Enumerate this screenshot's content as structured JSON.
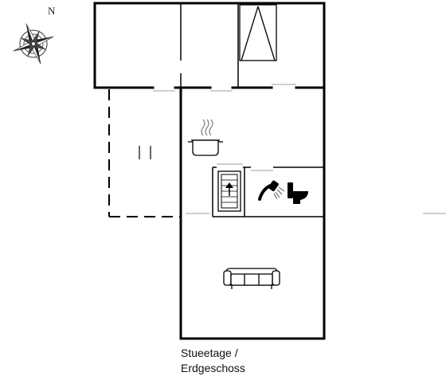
{
  "compass": {
    "north_label": "N",
    "icon": "compass-rose-icon"
  },
  "caption": {
    "line1": "Stueetage /",
    "line2": "Erdgeschoss"
  },
  "rooms": [
    {
      "id": "upper-left-room",
      "icon": null
    },
    {
      "id": "upper-middle-room",
      "icon": null
    },
    {
      "id": "attic-stair-room",
      "icon": "attic-ladder-icon"
    },
    {
      "id": "terrace",
      "icon": "door-icon"
    },
    {
      "id": "kitchen",
      "icon": "cooking-pot-icon"
    },
    {
      "id": "hall",
      "icon": "staircase-up-icon"
    },
    {
      "id": "bathroom",
      "icon": "shower-icon"
    },
    {
      "id": "living-room",
      "icon": "sofa-icon"
    }
  ],
  "colors": {
    "wall": "#000000",
    "opening": "#cfcfcf",
    "background": "#ffffff"
  }
}
